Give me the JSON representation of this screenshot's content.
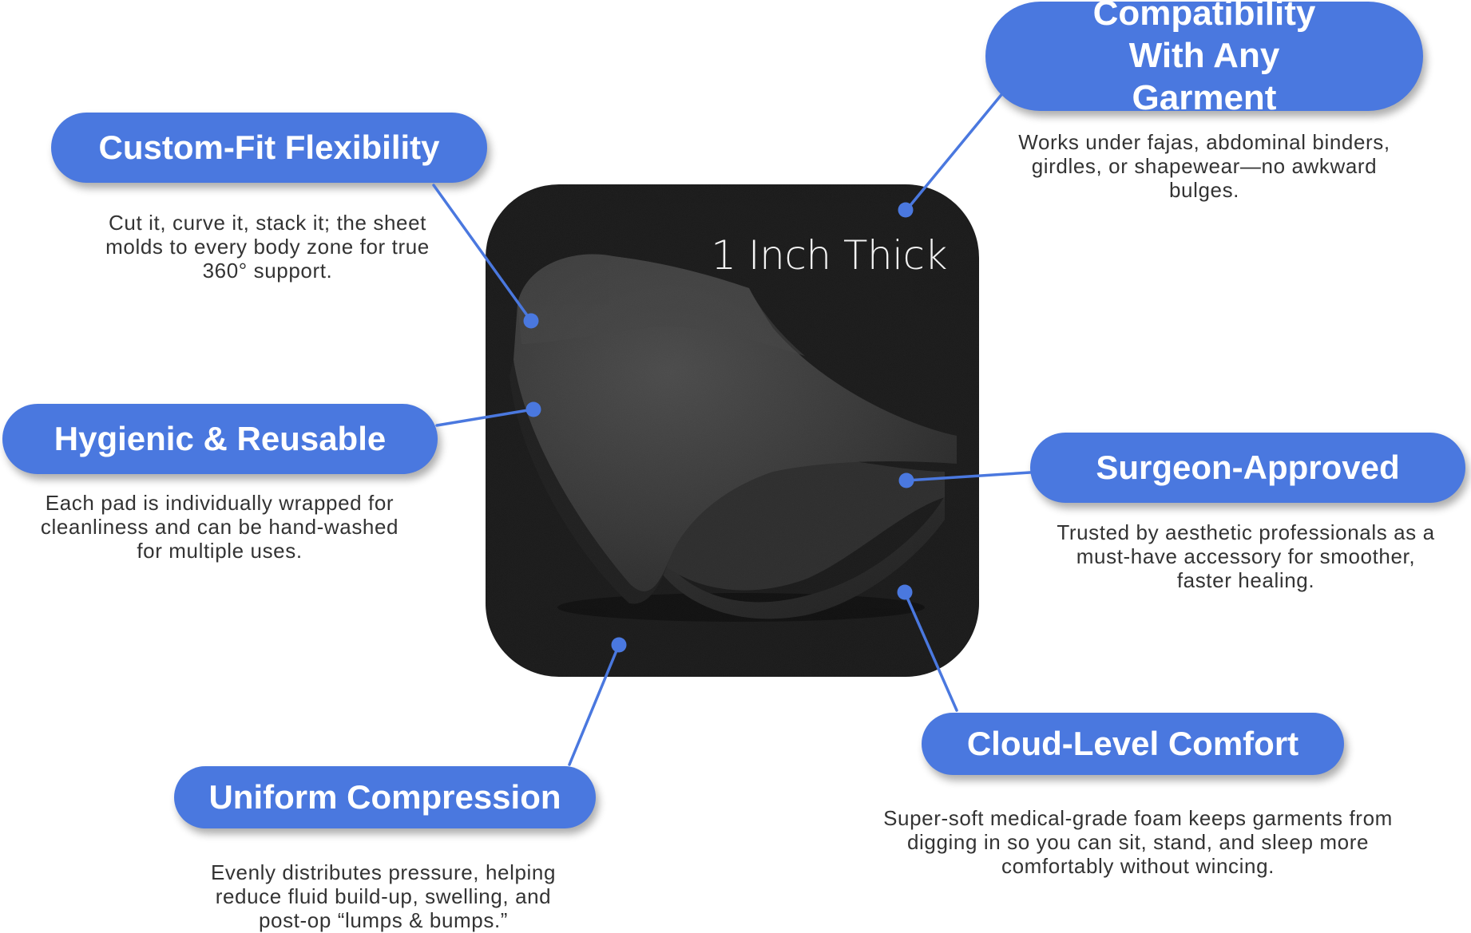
{
  "product": {
    "thickness_label": "1 Inch Thick"
  },
  "features": [
    {
      "id": "compatibility",
      "title": "Compatibility With Any Garment",
      "description": "Works under fajas, abdominal binders, girdles, or shapewear—no awkward bulges."
    },
    {
      "id": "custom-fit",
      "title": "Custom-Fit Flexibility",
      "description": "Cut it, curve it, stack it; the sheet molds to every body zone for true 360° support."
    },
    {
      "id": "hygienic",
      "title": "Hygienic & Reusable",
      "description": "Each pad is individually wrapped for cleanliness and can be hand-washed for multiple uses."
    },
    {
      "id": "surgeon-approved",
      "title": "Surgeon-Approved",
      "description": "Trusted by aesthetic professionals as a must-have accessory for smoother, faster healing."
    },
    {
      "id": "cloud-comfort",
      "title": "Cloud-Level Comfort",
      "description": "Super-soft medical-grade foam keeps garments from digging in so you can sit, stand, and sleep more comfortably without wincing."
    },
    {
      "id": "uniform-compression",
      "title": "Uniform Compression",
      "description": "Evenly distributes pressure, helping reduce fluid build-up, swelling, and post-op “lumps & bumps.”"
    }
  ],
  "colors": {
    "accent": "#4a78df",
    "panel": "#191919",
    "text": "#333333"
  }
}
